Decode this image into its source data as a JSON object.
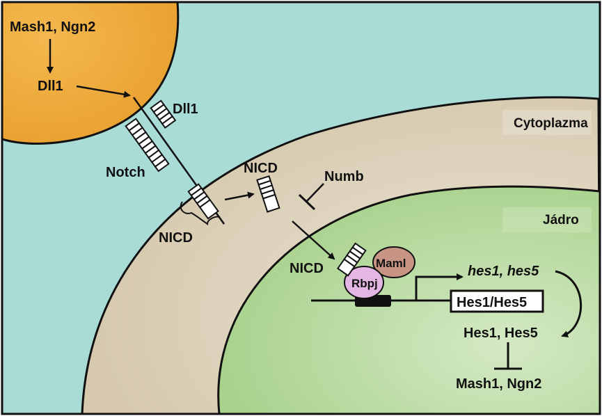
{
  "labels": {
    "signal_cell_genes": "Mash1, Ngn2",
    "ligand_left": "Dll1",
    "ligand_right": "Dll1",
    "receptor": "Notch",
    "nicd_cleaved": "NICD",
    "nicd_cytoplasm": "NICD",
    "inhibitor": "Numb",
    "cytoplasm": "Cytoplazma",
    "nucleus": "Jádro",
    "nicd_nucleus": "NICD",
    "coactivator": "Maml",
    "tf": "Rbpj",
    "target_genes": "hes1, hes5",
    "gene_box": "Hes1/Hes5",
    "proteins": "Hes1, Hes5",
    "repressed_genes": "Mash1, Ngn2"
  },
  "colors": {
    "background": "#a9dbd7",
    "signal_cell": "#efa93a",
    "cytoplasm": "#d9cdb5",
    "nucleus": "#b4d79a",
    "maml": "#c89484",
    "rbpj": "#e4b6e4",
    "outline": "#111111"
  }
}
